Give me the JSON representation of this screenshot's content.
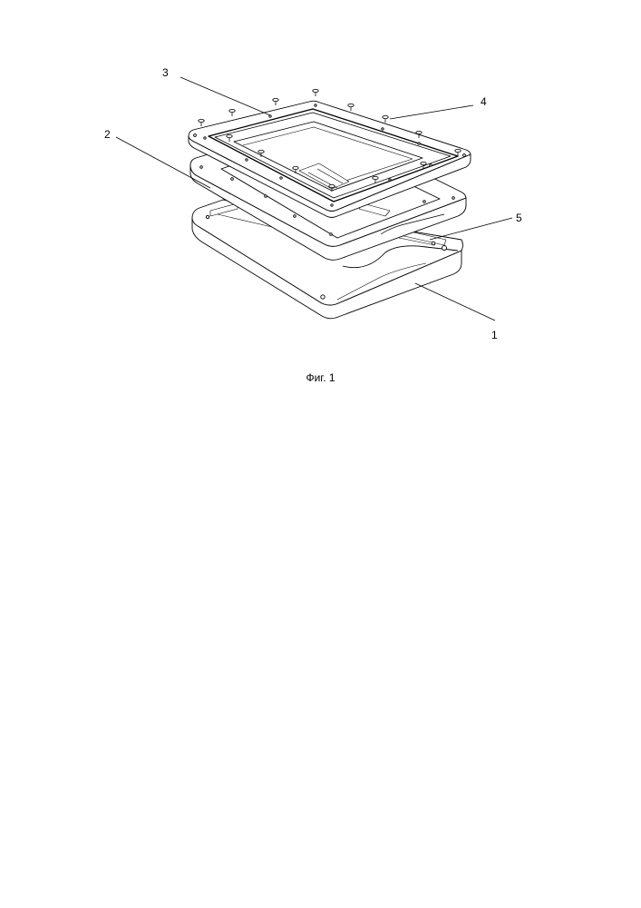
{
  "figure": {
    "caption": "Фиг. 1",
    "callouts": [
      {
        "id": "callout-3",
        "label": "3"
      },
      {
        "id": "callout-4",
        "label": "4"
      },
      {
        "id": "callout-2",
        "label": "2"
      },
      {
        "id": "callout-5",
        "label": "5"
      },
      {
        "id": "callout-1",
        "label": "1"
      }
    ]
  },
  "colors": {
    "line": "#000000",
    "fill": "#ffffff"
  }
}
